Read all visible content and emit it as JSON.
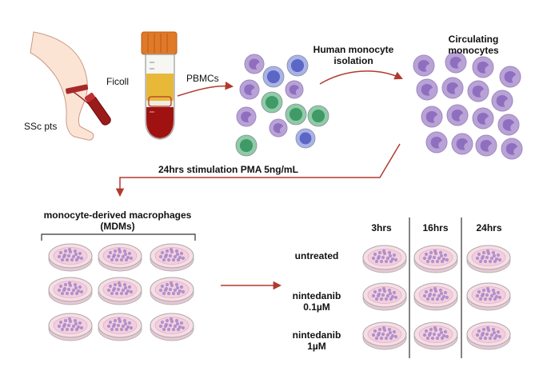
{
  "labels": {
    "patients": "SSc pts",
    "ficoll": "Ficoll",
    "pbmcs": "PBMCs",
    "isolation": [
      "Human monocyte",
      "isolation"
    ],
    "circulating": [
      "Circulating",
      "monocytes"
    ],
    "stimulation": "24hrs stimulation PMA 5ng/mL",
    "mdm": [
      "monocyte-derived macrophages",
      "(MDMs)"
    ]
  },
  "table": {
    "columns": [
      "3hrs",
      "16hrs",
      "24hrs"
    ],
    "rows": [
      {
        "label": [
          "untreated"
        ]
      },
      {
        "label": [
          "nintedanib",
          "0.1µM"
        ]
      },
      {
        "label": [
          "nintedanib",
          "1µM"
        ]
      }
    ]
  },
  "icons": [
    "arm-icon",
    "blood-tube-icon",
    "ficoll-tube-icon",
    "pbmc-cells-icon",
    "monocyte-cells-icon",
    "petri-dish-icon"
  ],
  "colors": {
    "arrow": "#b03a2e",
    "blood": "#a01212",
    "plasma": "#e8b838",
    "tube_cap": "#e07a28",
    "monocyte": "#b9a3d6",
    "monocyte_nucleus": "#8e6fbf",
    "lymphocyte_blue": "#a8b4e8",
    "lymphocyte_green": "#8fcca6",
    "dish": "#f7dde6",
    "dish_cells": "#a98acb"
  }
}
